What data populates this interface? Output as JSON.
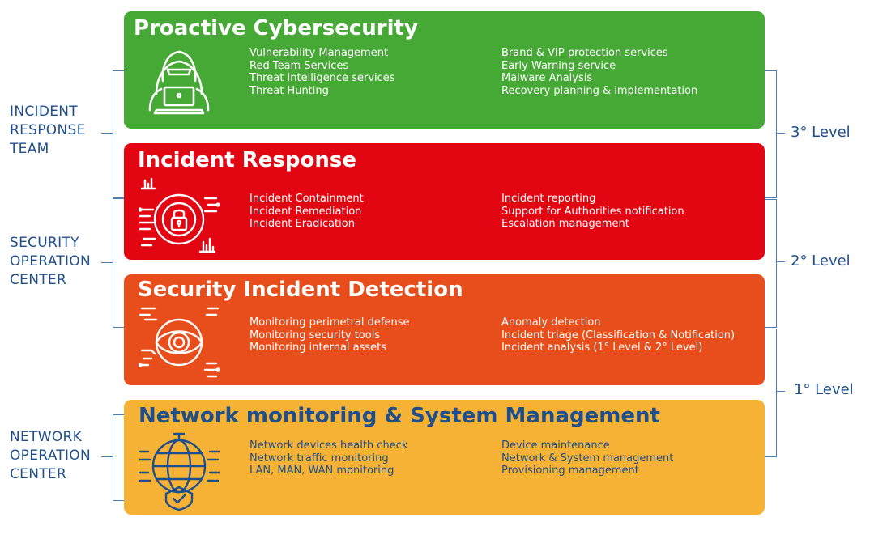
{
  "side_labels": {
    "irt": [
      "INCIDENT",
      "RESPONSE",
      "TEAM"
    ],
    "soc": [
      "SECURITY",
      "OPERATION",
      "CENTER"
    ],
    "noc": [
      "NETWORK",
      "OPERATION",
      "CENTER"
    ]
  },
  "levels": {
    "l3": "3° Level",
    "l2": "2° Level",
    "l1": "1° Level"
  },
  "bands": {
    "proactive": {
      "title": "Proactive Cybersecurity",
      "color": "#47a935",
      "icon": "hacker-laptop-icon",
      "col1": [
        "Vulnerability Management",
        "Red Team Services",
        "Threat Intelligence services",
        "Threat Hunting"
      ],
      "col2": [
        "Brand & VIP protection services",
        "Early Warning service",
        "Malware Analysis",
        "Recovery planning & implementation"
      ]
    },
    "response": {
      "title": "Incident Response",
      "color": "#e20613",
      "icon": "padlock-circuit-icon",
      "col1": [
        "Incident Containment",
        "Incident Remediation",
        "Incident Eradication"
      ],
      "col2": [
        "Incident reporting",
        "Support for Authorities notification",
        "Escalation management"
      ]
    },
    "detection": {
      "title": "Security Incident Detection",
      "color": "#e84e1b",
      "icon": "eye-circuit-icon",
      "col1": [
        "Monitoring perimetral defense",
        "Monitoring security tools",
        "Monitoring internal assets"
      ],
      "col2": [
        "Anomaly detection",
        "Incident triage (Classification & Notification)",
        "Incident analysis (1° Level & 2° Level)"
      ]
    },
    "network": {
      "title": "Network monitoring & System Management",
      "color": "#f5b234",
      "text_color": "#1f4e8c",
      "icon": "globe-shield-icon",
      "col1": [
        "Network devices health check",
        "Network traffic monitoring",
        "LAN, MAN, WAN monitoring"
      ],
      "col2": [
        "Device maintenance",
        "Network & System management",
        "Provisioning management"
      ]
    }
  }
}
